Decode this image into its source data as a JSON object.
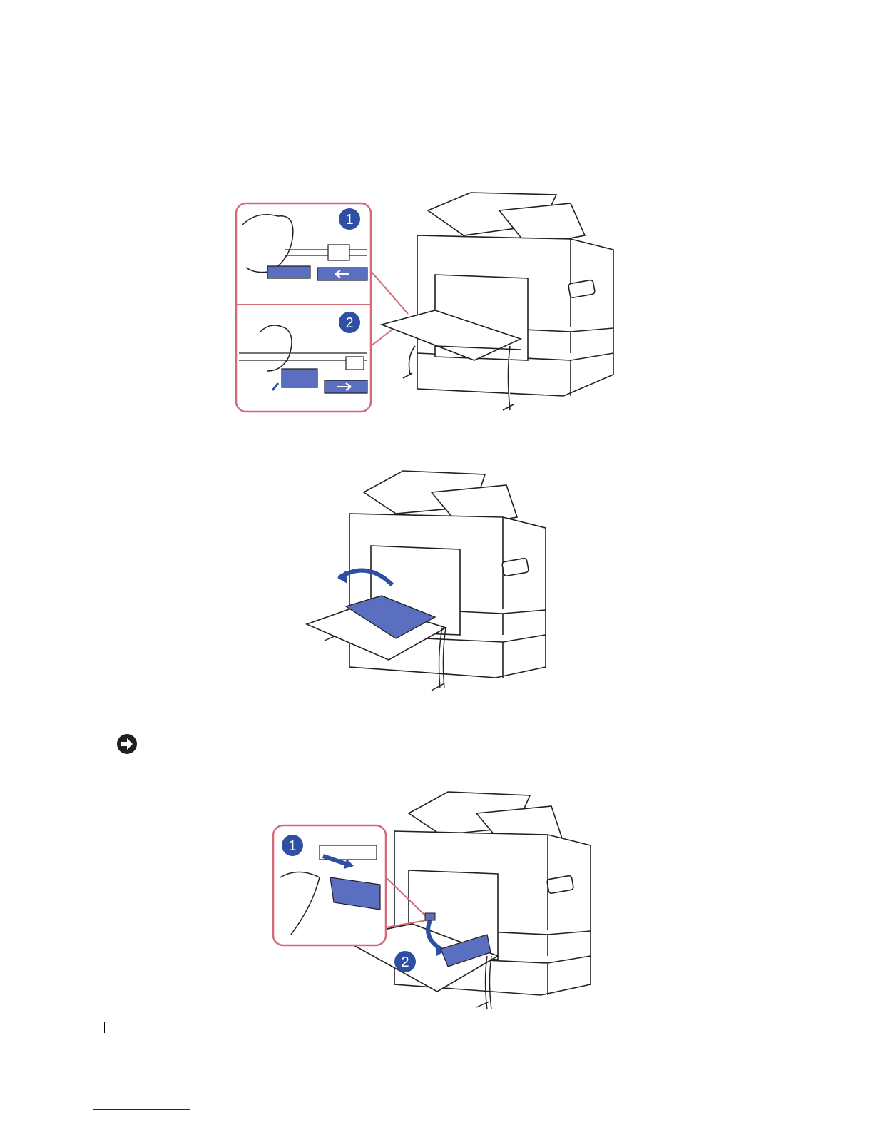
{
  "page": {
    "figures": [
      {
        "name": "figure-remove-jam-rear-cover",
        "callouts": [
          "1",
          "2"
        ]
      },
      {
        "name": "figure-lift-duplex-guide",
        "callouts": []
      },
      {
        "name": "figure-close-duplex-guide",
        "callouts": [
          "1",
          "2"
        ]
      }
    ],
    "notice_icon": "notice-icon",
    "colors": {
      "callout_fill": "#2f4fa2",
      "highlight_blue": "#5b6fc0",
      "inset_border": "#d6697a",
      "line": "#231f20"
    }
  }
}
